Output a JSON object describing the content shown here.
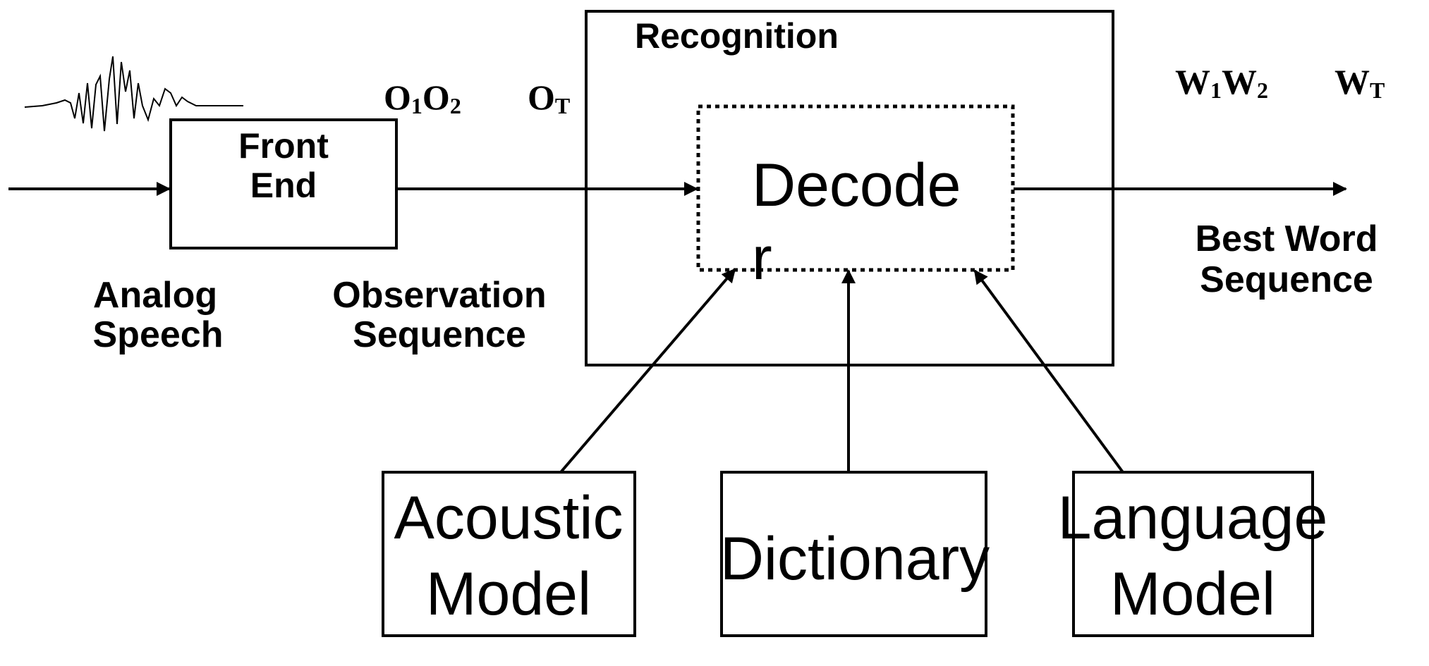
{
  "recognition_label": "Recognition",
  "front_end": {
    "line1": "Front",
    "line2": "End"
  },
  "decoder": {
    "line1": "Decode",
    "line2": "r"
  },
  "analog_speech": {
    "line1": "Analog",
    "line2": "Speech"
  },
  "observation_sequence": {
    "line1": "Observation",
    "line2": "Sequence"
  },
  "best_word_sequence": {
    "line1": "Best Word",
    "line2": "Sequence"
  },
  "obs_symbols": {
    "first": "O",
    "first_sub": "1",
    "second": "O",
    "second_sub": "2",
    "last": "O",
    "last_sub": "T"
  },
  "word_symbols": {
    "first": "W",
    "first_sub": "1",
    "second": "W",
    "second_sub": "2",
    "last": "W",
    "last_sub": "T"
  },
  "acoustic_model": {
    "line1": "Acoustic",
    "line2": "Model"
  },
  "dictionary": {
    "label": "Dictionary"
  },
  "language_model": {
    "line1": "Language",
    "line2": "Model"
  }
}
